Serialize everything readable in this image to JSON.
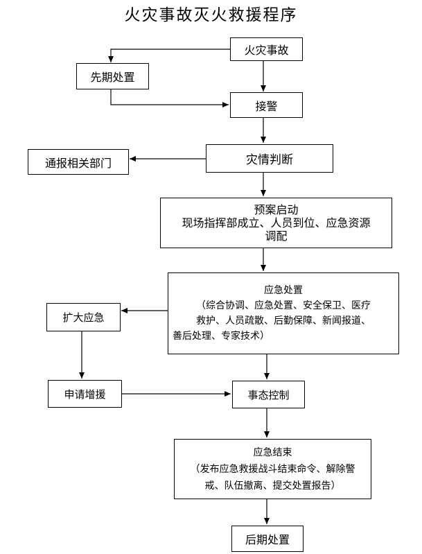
{
  "title": "火灾事故灭火救援程序",
  "nodes": {
    "fire_accident": "火灾事故",
    "early_response": "先期处置",
    "alarm_receipt": "接警",
    "situation_assessment": "灾情判断",
    "notify_departments": "通报相关部门",
    "plan_activation": {
      "line1": "预案启动",
      "line2": "现场指挥部成立、人员到位、应急资源",
      "line3": "调配"
    },
    "emergency_response": {
      "title": "应急处置",
      "line1": "（综合协调、应急处置、安全保卫、医疗",
      "line2": "救护、人员疏散、后勤保障、新闻报道、",
      "line3": "善后处理、专家技术）"
    },
    "expand_response": "扩大应急",
    "request_reinforcement": "申请增援",
    "situation_control": "事态控制",
    "emergency_end": {
      "title": "应急结束",
      "line1": "（发布应急救援战斗结束命令、解除警",
      "line2": "戒、队伍撤离、提交处置报告）"
    },
    "aftermath": "后期处置"
  }
}
